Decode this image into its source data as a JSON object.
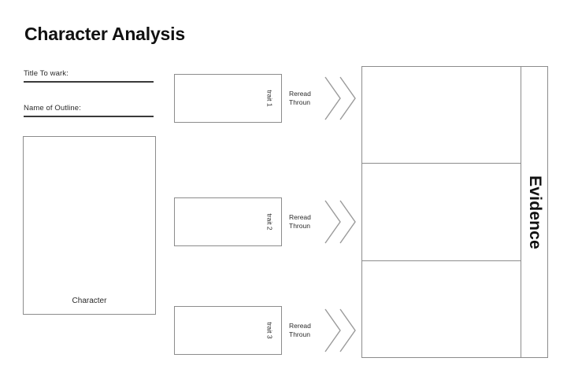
{
  "page": {
    "title": "Character Analysis",
    "background_color": "#ffffff",
    "line_color": "#8c8c8c",
    "text_color": "#1a1a1a"
  },
  "meta_fields": [
    {
      "label": "Title To wark:",
      "value": ""
    },
    {
      "label": "Name of Outline:",
      "value": ""
    }
  ],
  "character_box": {
    "label": "Character",
    "value": ""
  },
  "trait_rows": [
    {
      "trait_label": "trait 1",
      "trait_value": "",
      "arrow_label_line1": "Reread",
      "arrow_label_line2": "Throun",
      "arrow_icon": "double-chevron-right-icon"
    },
    {
      "trait_label": "trait 2",
      "trait_value": "",
      "arrow_label_line1": "Reread",
      "arrow_label_line2": "Throun",
      "arrow_icon": "double-chevron-right-icon"
    },
    {
      "trait_label": "trait 3",
      "trait_value": "",
      "arrow_label_line1": "Reread",
      "arrow_label_line2": "Throun",
      "arrow_icon": "double-chevron-right-icon"
    }
  ],
  "evidence_panel": {
    "spine_label": "Evidence",
    "cells": [
      {
        "value": ""
      },
      {
        "value": ""
      },
      {
        "value": ""
      }
    ]
  }
}
